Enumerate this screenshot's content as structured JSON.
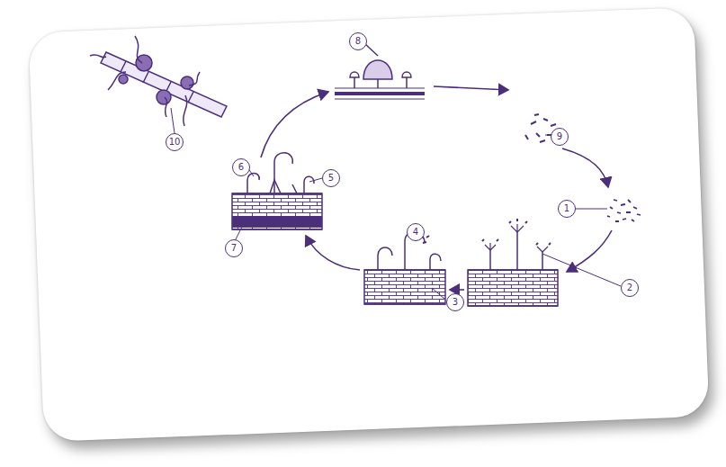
{
  "diagram": {
    "nodes": [
      {
        "text": [
          "8"
        ]
      },
      {
        "text": [
          "10"
        ]
      },
      {
        "text": [
          "9"
        ]
      },
      {
        "text": [
          "6"
        ]
      },
      {
        "text": [
          "5"
        ]
      },
      {
        "text": [
          "1"
        ]
      },
      {
        "text": [
          "7"
        ]
      },
      {
        "text": [
          "4"
        ]
      },
      {
        "text": [
          "2"
        ]
      },
      {
        "text": [
          "3"
        ]
      }
    ]
  }
}
